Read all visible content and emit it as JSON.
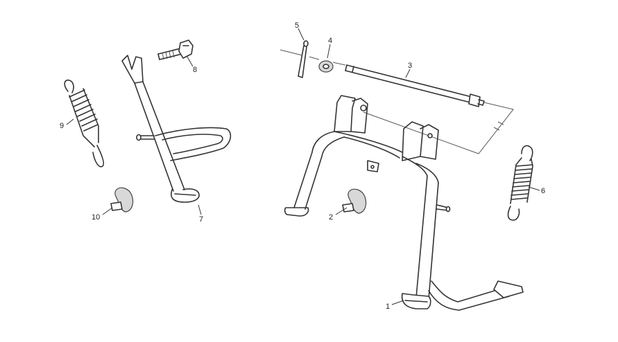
{
  "callouts": [
    {
      "id": "1",
      "label": "1"
    },
    {
      "id": "2",
      "label": "2"
    },
    {
      "id": "3",
      "label": "3"
    },
    {
      "id": "4",
      "label": "4"
    },
    {
      "id": "5",
      "label": "5"
    },
    {
      "id": "6",
      "label": "6"
    },
    {
      "id": "7",
      "label": "7"
    },
    {
      "id": "8",
      "label": "8"
    },
    {
      "id": "9",
      "label": "9"
    },
    {
      "id": "10",
      "label": "10"
    }
  ],
  "colors": {
    "line": "#333333",
    "background": "#ffffff"
  }
}
